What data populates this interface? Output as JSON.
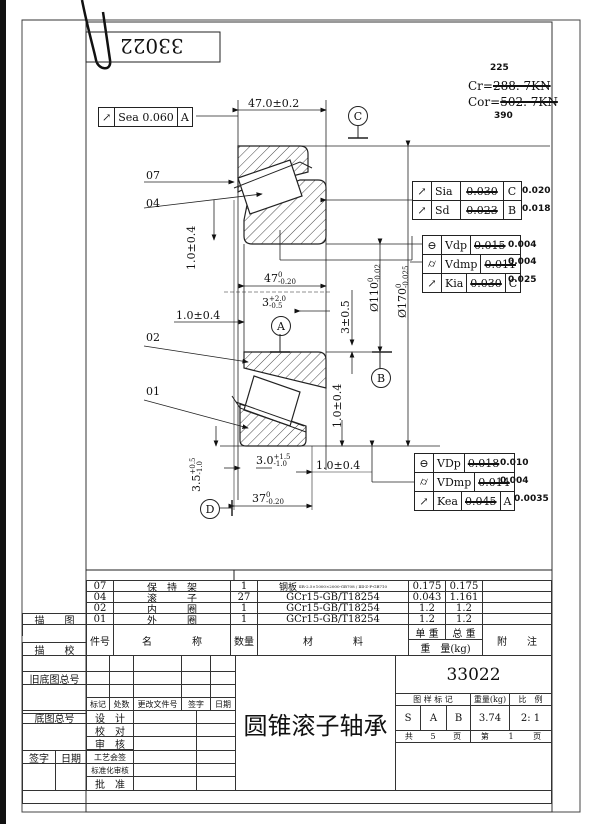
{
  "drawing": {
    "part_number_stamp": "33022",
    "ratings": {
      "cr_new": "225",
      "cr_label": "Cr=",
      "cr_old": "288. 7KN",
      "cor_label": "Cor=",
      "cor_old": "502. 7KN",
      "cor_new": "390"
    },
    "datums": {
      "a": "A",
      "b": "B",
      "c": "C",
      "d": "D"
    },
    "leaders": {
      "p07": "07",
      "p04": "04",
      "p02": "02",
      "p01": "01"
    },
    "dimensions": {
      "width_top": "47.0±0.2",
      "inner_width": "47",
      "inner_width_tol_upper": "0",
      "inner_width_tol_lower": "-0.20",
      "cone_offset": "3",
      "cone_offset_tol_upper": "+2.0",
      "cone_offset_tol_lower": "-0.5",
      "chamfer_left_vert": "1.0±0.4",
      "chamfer_left_horiz": "1.0±0.4",
      "offset_3": "3±0.5",
      "bore": "Ø110",
      "bore_tol_upper": "0",
      "bore_tol_lower": "-0.02",
      "outer_dia": "Ø170",
      "outer_dia_tol_upper": "0",
      "outer_dia_tol_lower": "-0.025",
      "chamfer_right_vert": "1.0±0.4",
      "chamfer_bottom_horiz": "1.0±0.4",
      "cup_offset": "3.0",
      "cup_offset_tol_upper": "+1.5",
      "cup_offset_tol_lower": "-1.0",
      "left_vert_35": "3.5",
      "left_vert_35_tol_upper": "+0.5",
      "left_vert_35_tol_lower": "-1.0",
      "cup_width": "37",
      "cup_width_tol_upper": "0",
      "cup_width_tol_lower": "-0.20"
    },
    "tolerance_frames": {
      "sea": {
        "symbol": "↗",
        "label": "Sea 0.060",
        "datum": "A"
      },
      "sia": {
        "symbol": "↗",
        "label": "Sia",
        "old": "0.030",
        "datum": "C",
        "new": "0.020"
      },
      "sd": {
        "symbol": "↗",
        "label": "Sd",
        "old": "0.023",
        "datum": "B",
        "new": "0.018"
      },
      "vdp": {
        "symbol": "⊖",
        "label": "Vdp",
        "old": "0.015",
        "new": "0.004"
      },
      "vdmp": {
        "symbol": "⌭",
        "label": "Vdmp",
        "old": "0.011",
        "new": "0.004"
      },
      "kia": {
        "symbol": "↗",
        "label": "Kia",
        "old": "0.030",
        "datum": "C",
        "new": "0.025"
      },
      "vdp_outer": {
        "symbol": "⊖",
        "label": "VDp",
        "old": "0.018",
        "new": "0.010"
      },
      "vdmp_outer": {
        "symbol": "⌭",
        "label": "VDmp",
        "old": "0.014",
        "new": "0.004"
      },
      "kea": {
        "symbol": "↗",
        "label": "Kea",
        "old": "0.045",
        "datum": "A",
        "new": "0.0035"
      }
    }
  },
  "parts_table": {
    "rows": [
      {
        "no": "07",
        "name": "保　持　架",
        "qty": "1",
        "material": "钢板",
        "material_note": "ⅡR-2.5×1000×2000-GB708 / ⅡⅡ-Z-P-GB710",
        "unit_weight": "0.175",
        "total_weight": "0.175",
        "note": ""
      },
      {
        "no": "04",
        "name": "滚　　　子",
        "qty": "27",
        "material": "GCr15-GB/T18254",
        "unit_weight": "0.043",
        "total_weight": "1.161",
        "note": ""
      },
      {
        "no": "02",
        "name": "内　　　圈",
        "qty": "1",
        "material": "GCr15-GB/T18254",
        "unit_weight": "1.2",
        "total_weight": "1.2",
        "note": ""
      },
      {
        "no": "01",
        "name": "外　　　圈",
        "qty": "1",
        "material": "GCr15-GB/T18254",
        "unit_weight": "1.2",
        "total_weight": "1.2",
        "note": ""
      }
    ],
    "headers": {
      "no": "件号",
      "name": "名　　　　称",
      "qty": "数量",
      "material": "材　　　　料",
      "unit_weight": "单 重",
      "total_weight": "总 重",
      "weight_kg": "重　量(kg)",
      "note": "附　　注"
    },
    "left_labels": {
      "trace": "描　　图",
      "trace_check": "描　　校"
    }
  },
  "title_block": {
    "old_base_no": "旧底图总号",
    "base_no": "底图总号",
    "sign": "签字",
    "date": "日期",
    "revision_headers": [
      "标记",
      "处数",
      "更改文件号",
      "签字",
      "日期"
    ],
    "roles": [
      "设　计",
      "校　对",
      "审　核",
      "工艺会签",
      "标准化审核",
      "批　准"
    ],
    "title": "圆锥滚子轴承",
    "drawing_no": "33022",
    "pattern_mark_label": "图 样 标 记",
    "weight_label": "重量(kg)",
    "scale_label": "比　例",
    "marks": [
      "S",
      "A",
      "B"
    ],
    "weight": "3.74",
    "scale": "2: 1",
    "total_pages_label": "共",
    "total_pages": "5",
    "pages_unit": "页",
    "page_label": "第",
    "page": "1",
    "page_unit": "页"
  }
}
